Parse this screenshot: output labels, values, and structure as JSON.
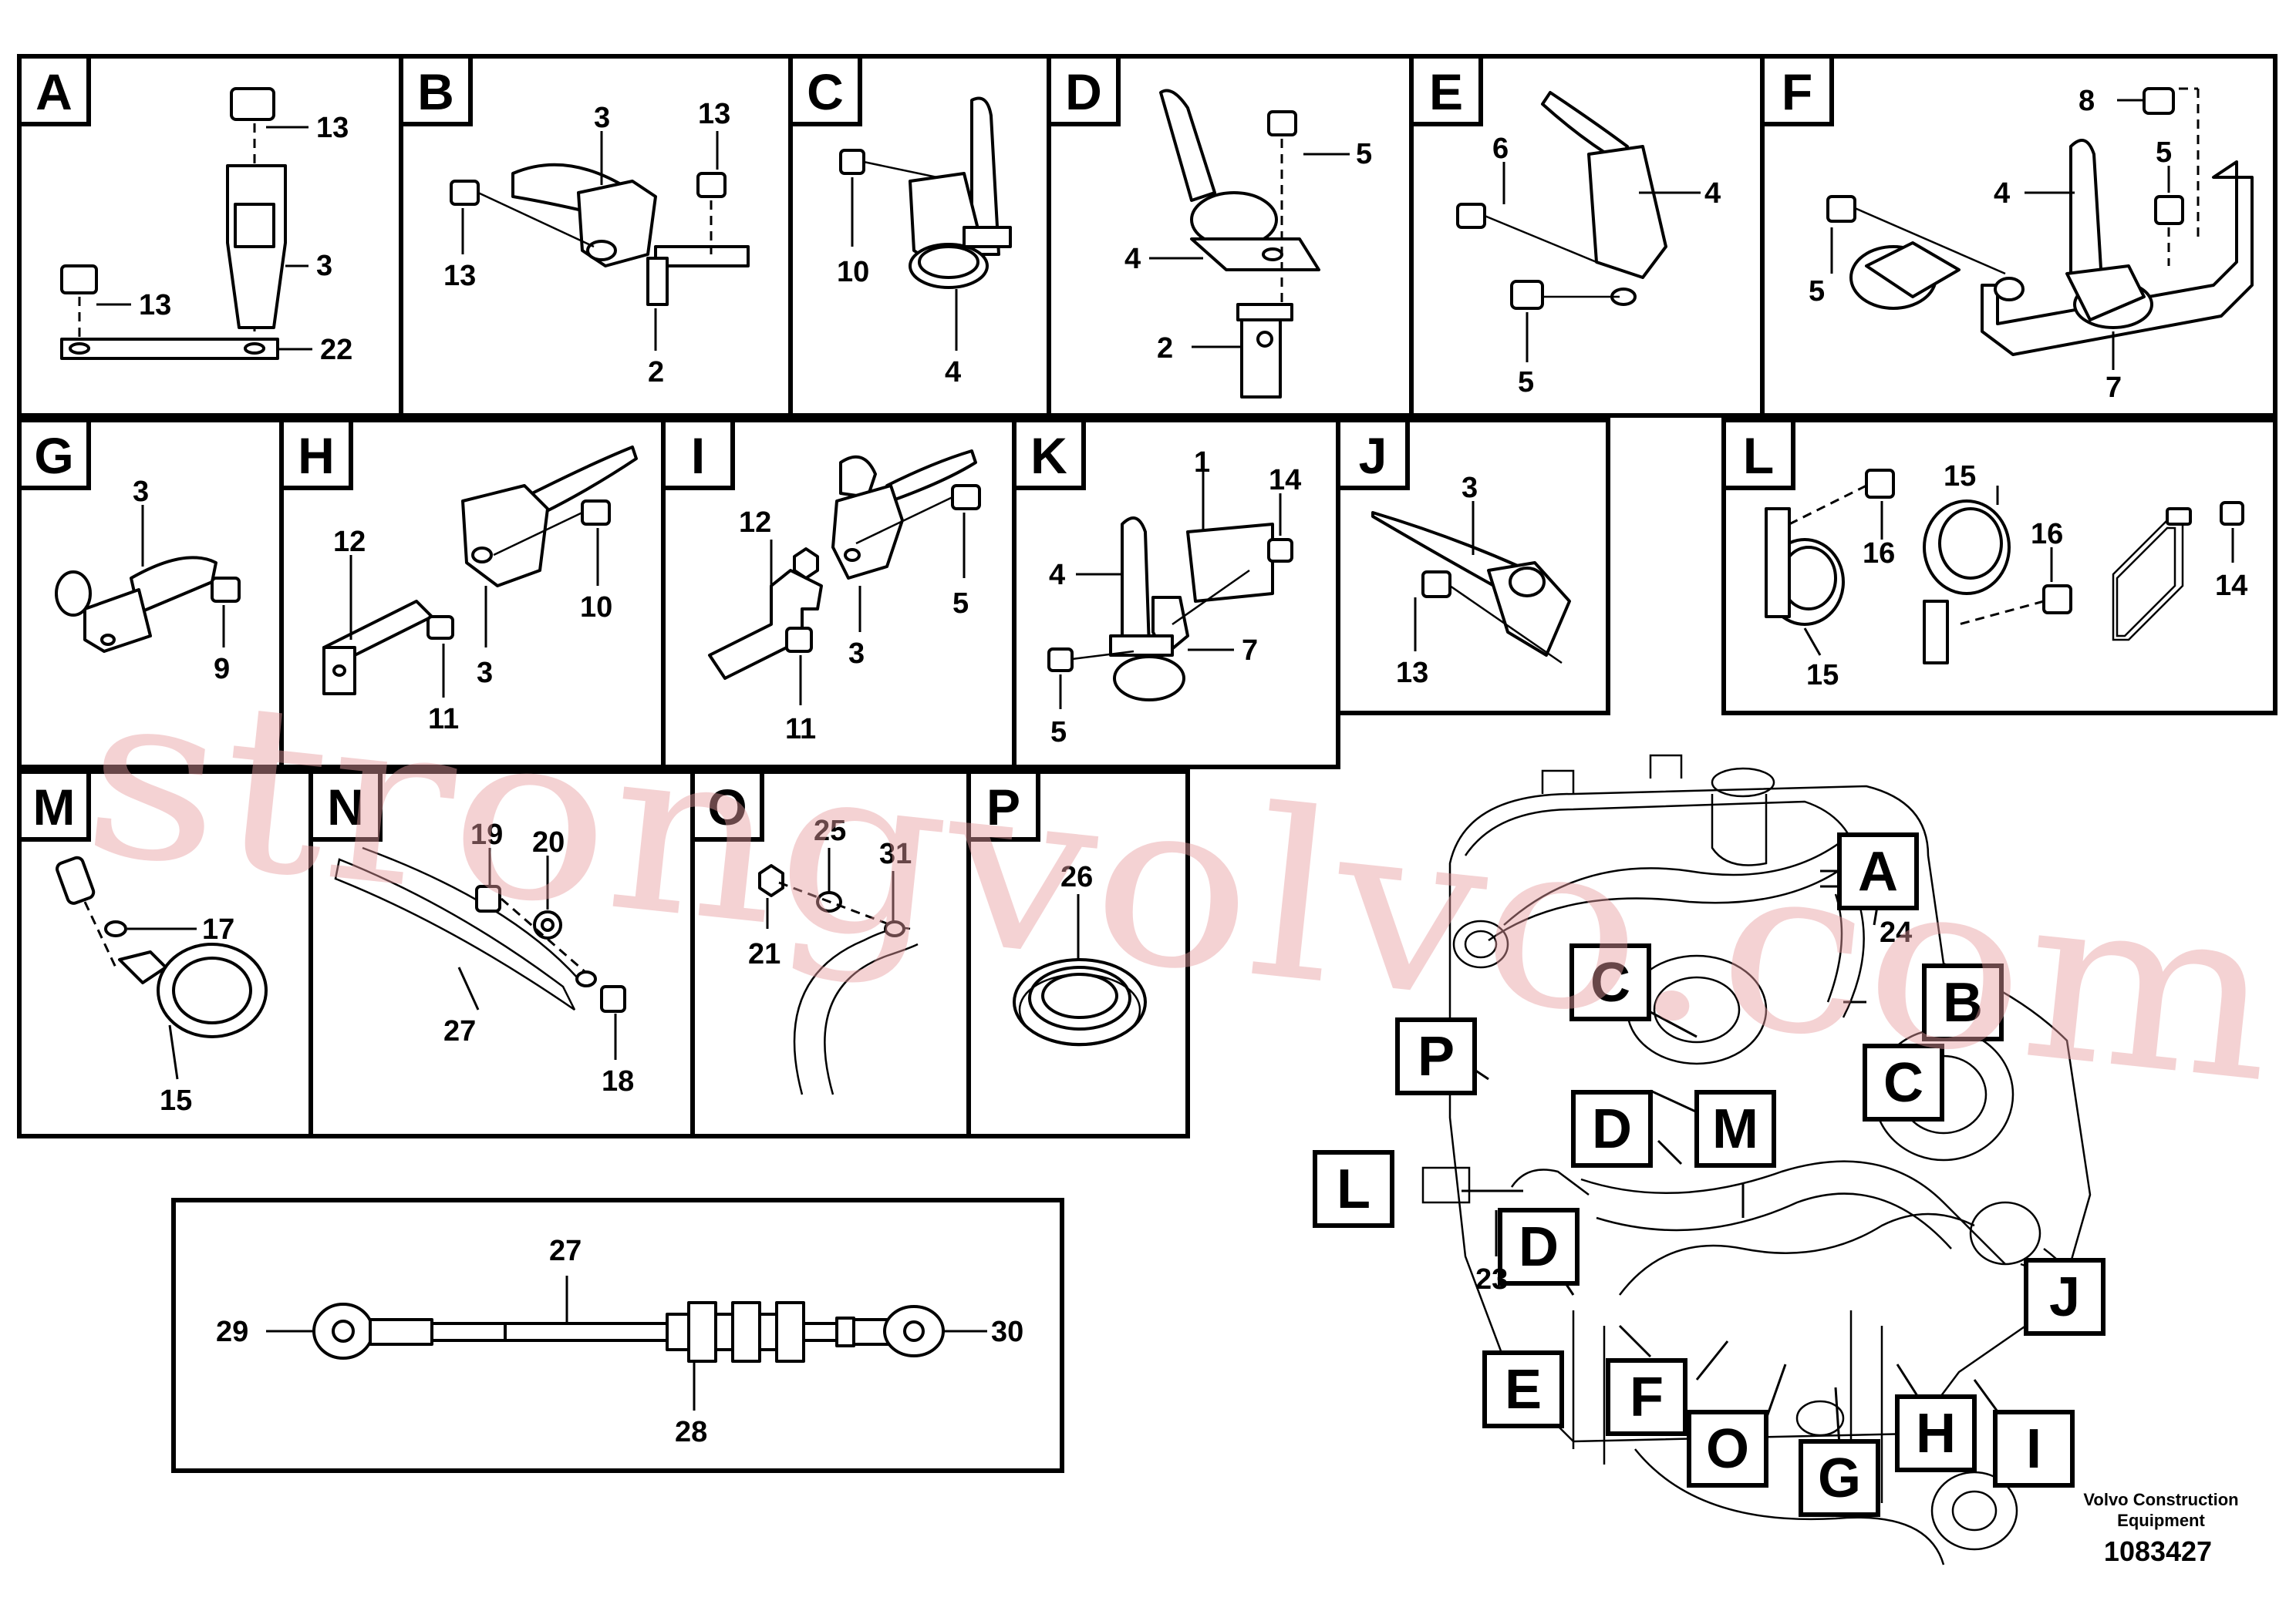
{
  "panels": [
    {
      "id": "A",
      "callouts": [
        "13",
        "3",
        "13",
        "22"
      ]
    },
    {
      "id": "B",
      "callouts": [
        "3",
        "13",
        "13",
        "2"
      ]
    },
    {
      "id": "C",
      "callouts": [
        "10",
        "4"
      ]
    },
    {
      "id": "D",
      "callouts": [
        "5",
        "4",
        "2"
      ]
    },
    {
      "id": "E",
      "callouts": [
        "6",
        "4",
        "5"
      ]
    },
    {
      "id": "F",
      "callouts": [
        "8",
        "5",
        "4",
        "5",
        "7"
      ]
    },
    {
      "id": "G",
      "callouts": [
        "3",
        "9"
      ]
    },
    {
      "id": "H",
      "callouts": [
        "12",
        "10",
        "11",
        "3"
      ]
    },
    {
      "id": "I",
      "callouts": [
        "12",
        "5",
        "3",
        "11"
      ]
    },
    {
      "id": "K",
      "callouts": [
        "1",
        "14",
        "4",
        "7",
        "5"
      ]
    },
    {
      "id": "J",
      "callouts": [
        "3",
        "13"
      ]
    },
    {
      "id": "L",
      "callouts": [
        "15",
        "16",
        "16",
        "14",
        "15"
      ]
    },
    {
      "id": "M",
      "callouts": [
        "17",
        "15"
      ]
    },
    {
      "id": "N",
      "callouts": [
        "19",
        "20",
        "27",
        "18"
      ]
    },
    {
      "id": "O",
      "callouts": [
        "25",
        "31",
        "21"
      ]
    },
    {
      "id": "P",
      "callouts": [
        "26"
      ]
    }
  ],
  "harness_panel": {
    "callouts": [
      "27",
      "29",
      "28",
      "30"
    ]
  },
  "overview": {
    "labels": [
      "A",
      "B",
      "C",
      "C",
      "P",
      "D",
      "M",
      "L",
      "D",
      "E",
      "F",
      "O",
      "G",
      "H",
      "I",
      "J"
    ],
    "callouts": [
      "24",
      "23"
    ]
  },
  "footer": {
    "company_line1": "Volvo Construction",
    "company_line2": "Equipment",
    "drawing_number": "1083427"
  },
  "watermark": "strongvolvo.com"
}
